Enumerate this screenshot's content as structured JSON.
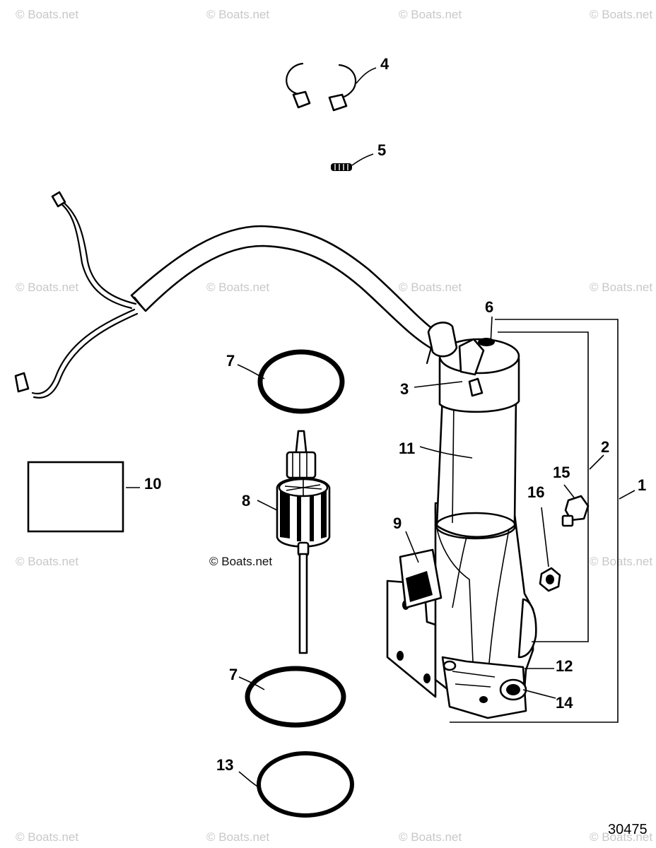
{
  "watermark": "© Boats.net",
  "credit": "© Boats.net",
  "reference_number": "30475",
  "callouts": {
    "c1": "1",
    "c2": "2",
    "c3": "3",
    "c4": "4",
    "c5": "5",
    "c6": "6",
    "c7a": "7",
    "c7b": "7",
    "c8": "8",
    "c9": "9",
    "c10": "10",
    "c11": "11",
    "c12": "12",
    "c13": "13",
    "c14": "14",
    "c15": "15",
    "c16": "16"
  }
}
